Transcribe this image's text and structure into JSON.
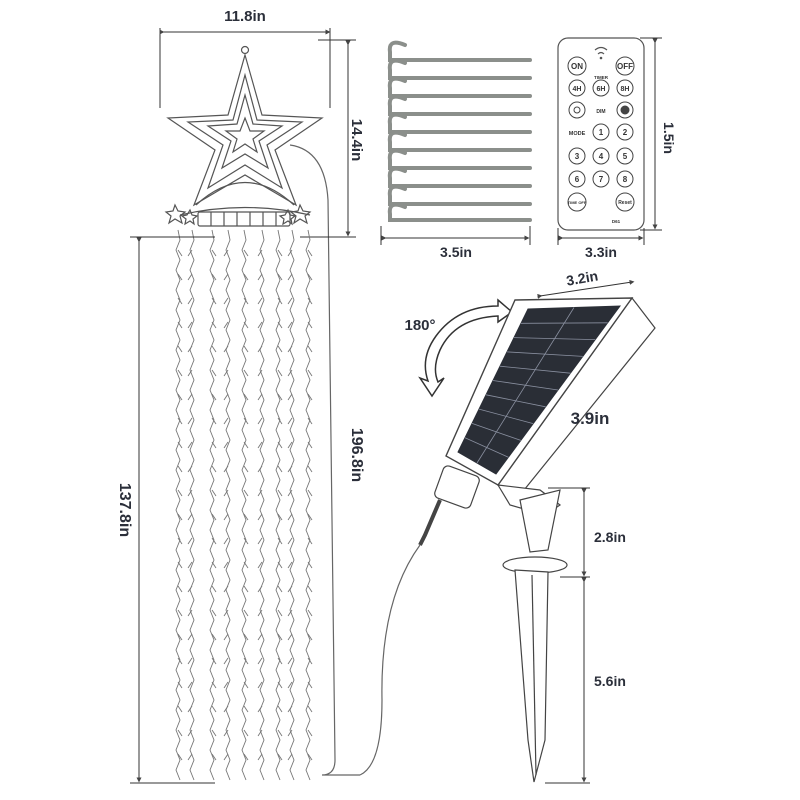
{
  "dimensions": {
    "star_width": "11.8in",
    "star_height": "14.4in",
    "string_length": "137.8in",
    "cable_length": "196.8in",
    "stake_width": "3.5in",
    "remote_width": "3.3in",
    "remote_height": "1.5in",
    "panel_width": "3.2in",
    "panel_height": "3.9in",
    "stake_upper": "2.8in",
    "stake_lower": "5.6in"
  },
  "rotation_label": "180°",
  "remote": {
    "on": "ON",
    "off": "OFF",
    "timer": "TIMER",
    "h4": "4H",
    "h6": "6H",
    "h8": "8H",
    "dim": "DIM",
    "mode": "MODE",
    "keys": [
      "1",
      "2",
      "3",
      "4",
      "5",
      "6",
      "7",
      "8"
    ],
    "time_off": "TIME OFF",
    "reset": "Reset",
    "model": "D61"
  },
  "colors": {
    "line": "#555555",
    "dimension_text": "#2b2f3a",
    "stake_green": "#8b8f8b"
  },
  "icons": [
    "star-topper-icon",
    "ground-stake-icon",
    "remote-control-icon",
    "solar-panel-icon",
    "rotate-arrow-icon"
  ]
}
